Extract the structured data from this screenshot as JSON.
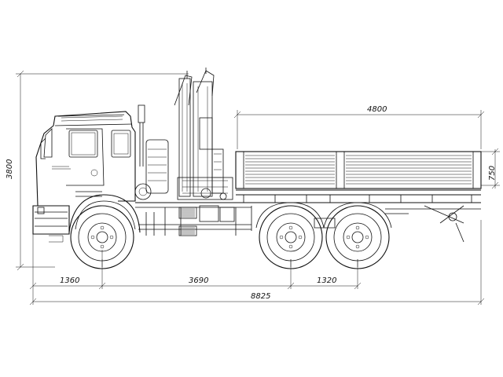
{
  "dimensions": {
    "overall_height": "3800",
    "platform_length": "4800",
    "side_height": "750",
    "front_overhang": "1360",
    "wheelbase_front": "3690",
    "wheelbase_rear": "1320",
    "overall_length": "8825"
  },
  "colors": {
    "line": "#111111",
    "background": "#ffffff"
  }
}
